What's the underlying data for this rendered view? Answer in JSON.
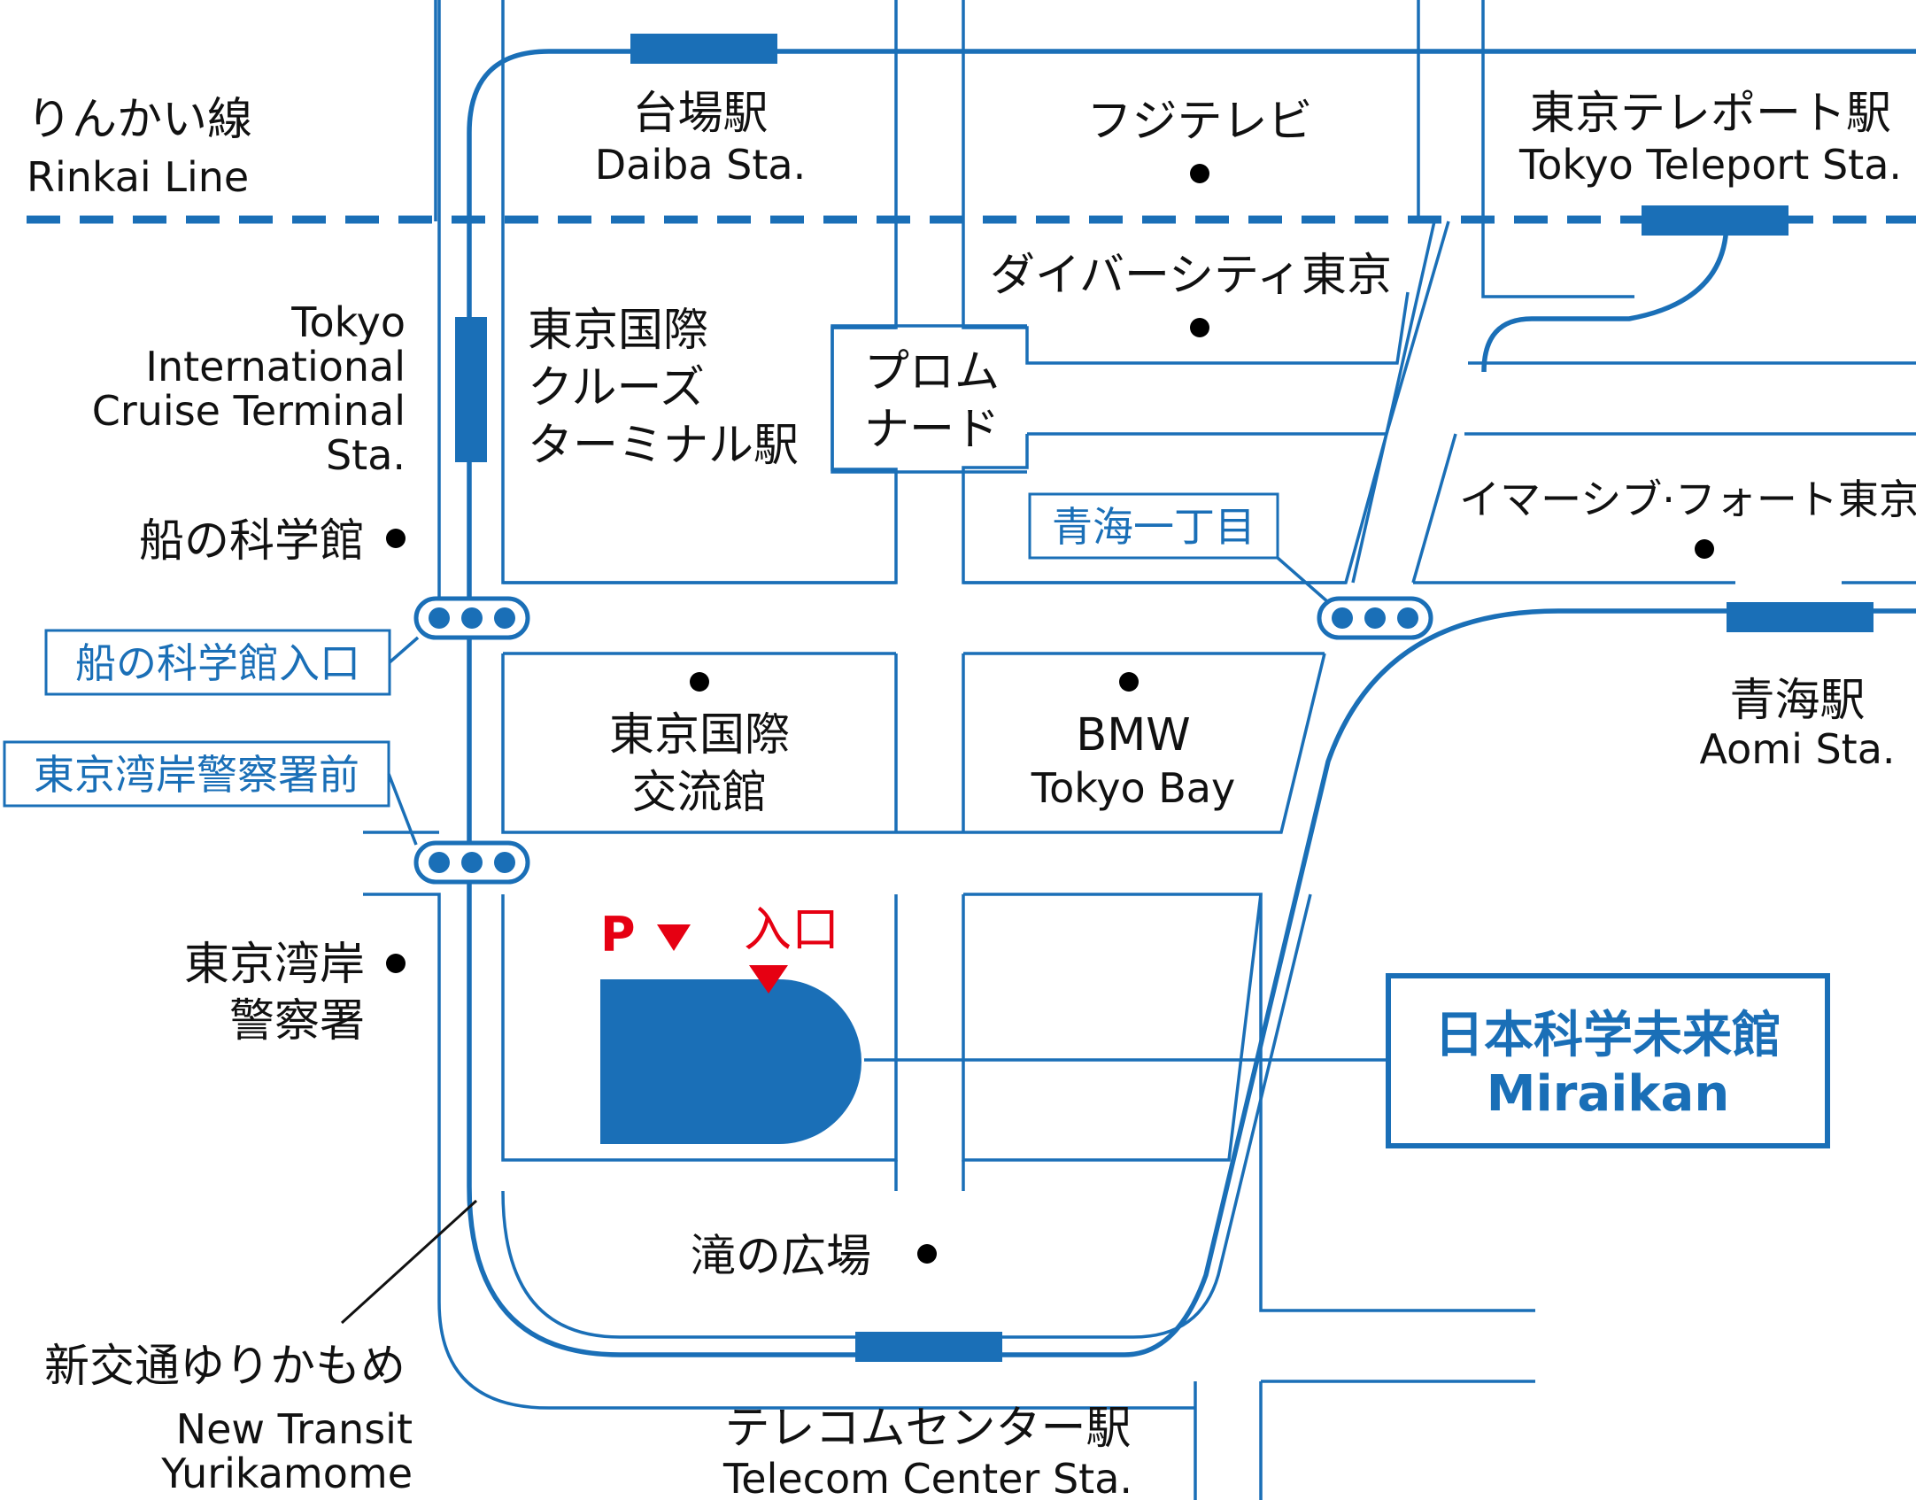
{
  "colors": {
    "line": "#1a6fb7",
    "text": "#111111",
    "accent": "#e60012",
    "background": "#ffffff"
  },
  "lines": {
    "rinkai_jp": "りんかい線",
    "rinkai_en": "Rinkai Line",
    "yurikamome_jp": "新交通ゆりかもめ",
    "yurikamome_en_1": "New Transit",
    "yurikamome_en_2": "Yurikamome"
  },
  "stations": {
    "daiba_jp": "台場駅",
    "daiba_en": "Daiba Sta.",
    "teleport_jp": "東京テレポート駅",
    "teleport_en": "Tokyo Teleport Sta.",
    "cruise_jp_1": "東京国際",
    "cruise_jp_2": "クルーズ",
    "cruise_jp_3": "ターミナル駅",
    "cruise_en_1": "Tokyo",
    "cruise_en_2": "International",
    "cruise_en_3": "Cruise Terminal",
    "cruise_en_4": "Sta.",
    "aomi_jp": "青海駅",
    "aomi_en": "Aomi Sta.",
    "telecom_jp": "テレコムセンター駅",
    "telecom_en": "Telecom Center Sta."
  },
  "landmarks": {
    "fujitv": "フジテレビ",
    "diver_city": "ダイバーシティ東京",
    "promenade_1": "プロム",
    "promenade_2": "ナード",
    "immersive": "イマーシブ·フォート東京",
    "funenokagaku": "船の科学館",
    "tfte_1": "東京国際",
    "tfte_2": "交流館",
    "bmw_1": "BMW",
    "bmw_2": "Tokyo Bay",
    "coastguard_1": "東京湾岸",
    "coastguard_2": "警察署",
    "taki": "滝の広場"
  },
  "bus_stops": {
    "aomi_1chome": "青海一丁目",
    "funenokagaku_entrance": "船の科学館入口",
    "coastguard_mae": "東京湾岸警察署前"
  },
  "miraikan": {
    "name_jp": "日本科学未来館",
    "name_en": "Miraikan",
    "parking": "P",
    "entrance": "入口",
    "marker_icon": "triangle-down-icon"
  }
}
